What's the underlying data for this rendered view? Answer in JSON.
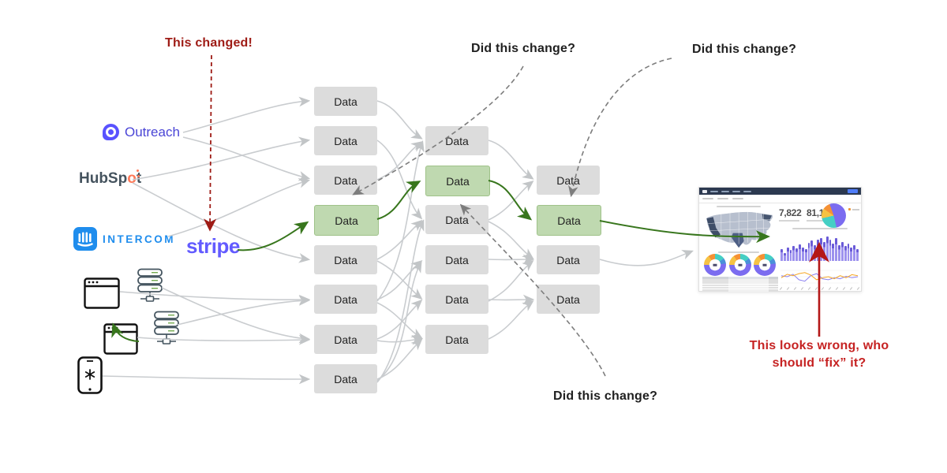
{
  "annotations": {
    "this_changed": "This changed!",
    "did_this_change_top": "Did this change?",
    "did_this_change_right": "Did this change?",
    "did_this_change_bottom": "Did this change?",
    "looks_wrong_line1": "This looks wrong, who",
    "looks_wrong_line2": "should “fix” it?"
  },
  "sources": {
    "outreach_label": "Outreach",
    "hubspot_part1": "HubSp",
    "hubspot_o": "o",
    "hubspot_part2": "t",
    "intercom_label": "INTERCOM",
    "stripe_label": "stripe",
    "icons": [
      "browser-window-icon",
      "database-server-icon",
      "browser-window-icon",
      "database-server-icon",
      "mobile-phone-icon"
    ]
  },
  "diagram": {
    "box_label": "Data",
    "columns": [
      {
        "rows": 8,
        "green_row": 3
      },
      {
        "rows": 6,
        "green_row": 1
      },
      {
        "rows": 4,
        "green_row": 1
      }
    ],
    "highlight_meaning": "green path traces changed lineage from stripe to dashboard"
  },
  "dashboard": {
    "kpis": [
      {
        "value": "7,822"
      },
      {
        "value": "81,131"
      }
    ]
  },
  "chart_data": [
    {
      "type": "bar",
      "title": "",
      "xlabel": "",
      "ylabel": "",
      "values": [
        45,
        30,
        50,
        42,
        55,
        48,
        62,
        50,
        45,
        68,
        75,
        60,
        80,
        85,
        70,
        90,
        78,
        65,
        85,
        60,
        72,
        55,
        65,
        50,
        58,
        45
      ],
      "note": "purple histogram in dashboard thumbnail, heights estimated 0-100"
    },
    {
      "type": "line",
      "series": [
        {
          "name": "series-purple",
          "color": "#8b7ff0",
          "values": [
            55,
            50,
            62,
            35,
            28,
            55,
            65,
            40,
            35,
            45,
            40,
            52,
            45,
            50
          ]
        },
        {
          "name": "series-orange",
          "color": "#f5a623",
          "values": [
            45,
            62,
            55,
            65,
            70,
            58,
            35,
            45,
            50,
            40,
            55,
            45,
            60,
            55
          ]
        }
      ],
      "note": "small line chart in dashboard thumbnail, values estimated 0-100"
    },
    {
      "type": "pie",
      "slices": [
        {
          "label": "slice-1",
          "color": "#7b6cf0",
          "pct": 52
        },
        {
          "label": "slice-2",
          "color": "#45cfc4",
          "pct": 25
        },
        {
          "label": "slice-3",
          "color": "#f6c243",
          "pct": 13
        },
        {
          "label": "slice-4",
          "color": "#f59135",
          "pct": 10
        }
      ]
    },
    {
      "type": "donut",
      "count": 3,
      "segments": [
        {
          "color": "#f6c243",
          "pct": 15
        },
        {
          "color": "#f59135",
          "pct": 10
        },
        {
          "color": "#45cfc4",
          "pct": 15
        },
        {
          "color": "#4a90d9",
          "pct": 8
        },
        {
          "color": "#7b6cf0",
          "pct": 52
        }
      ]
    }
  ],
  "palette": {
    "box_gray": "#dcdcdc",
    "box_green": "#bfd9b0",
    "wire_gray": "#c9cccf",
    "dashed_gray": "#7d7d7d",
    "lineage_green": "#38761d",
    "annotation_dark_red": "#9e1b15",
    "annotation_red": "#c62222",
    "stripe_purple": "#635bff",
    "intercom_blue": "#1f8ded",
    "outreach_purple": "#5952ff",
    "hubspot_orange": "#ff7a59"
  }
}
